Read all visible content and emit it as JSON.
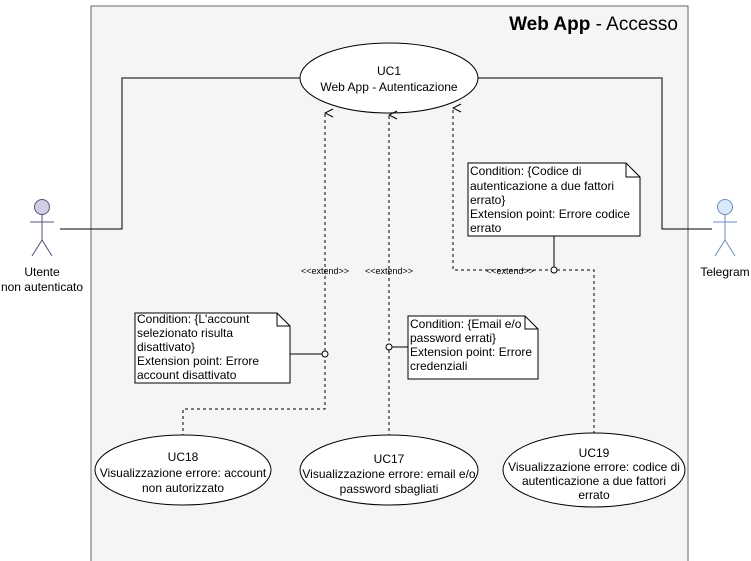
{
  "system": {
    "title_bold": "Web App",
    "title_rest": " - Accesso"
  },
  "actors": {
    "left": {
      "line1": "Utente",
      "line2": "non autenticato"
    },
    "right": {
      "line1": "Telegram"
    }
  },
  "usecases": {
    "uc1": {
      "id": "UC1",
      "line1": "Web App - Autenticazione"
    },
    "uc18": {
      "id": "UC18",
      "line1": "Visualizzazione errore: account",
      "line2": "non autorizzato"
    },
    "uc17": {
      "id": "UC17",
      "line1": "Visualizzazione errore: email e/o",
      "line2": "password sbagliati"
    },
    "uc19": {
      "id": "UC19",
      "line1": "Visualizzazione errore: codice di",
      "line2": "autenticazione a due fattori",
      "line3": "errato"
    }
  },
  "extend_labels": {
    "uc18": "<<extend>>",
    "uc17": "<<extend>>",
    "uc19": "<<extend>>"
  },
  "notes": {
    "uc18": {
      "line1": "Condition: {L'account",
      "line2": "selezionato risulta",
      "line3": "disattivato}",
      "line4": "Extension point: Errore",
      "line5": "account disattivato"
    },
    "uc17": {
      "line1": "Condition: {Email e/o",
      "line2": "password errati}",
      "line3": "Extension point: Errore",
      "line4": "credenziali"
    },
    "uc19": {
      "line1": "Condition: {Codice di",
      "line2": "autenticazione a due fattori",
      "line3": "errato}",
      "line4": "Extension point: Errore codice",
      "line5": "errato"
    }
  },
  "colors": {
    "system_fill": "#f5f5f5",
    "system_stroke": "#666666",
    "actor_left_head": "#d0cee2",
    "actor_left_stroke": "#56517e",
    "actor_right_head": "#dae8fc",
    "actor_right_stroke": "#6c8ebf"
  }
}
